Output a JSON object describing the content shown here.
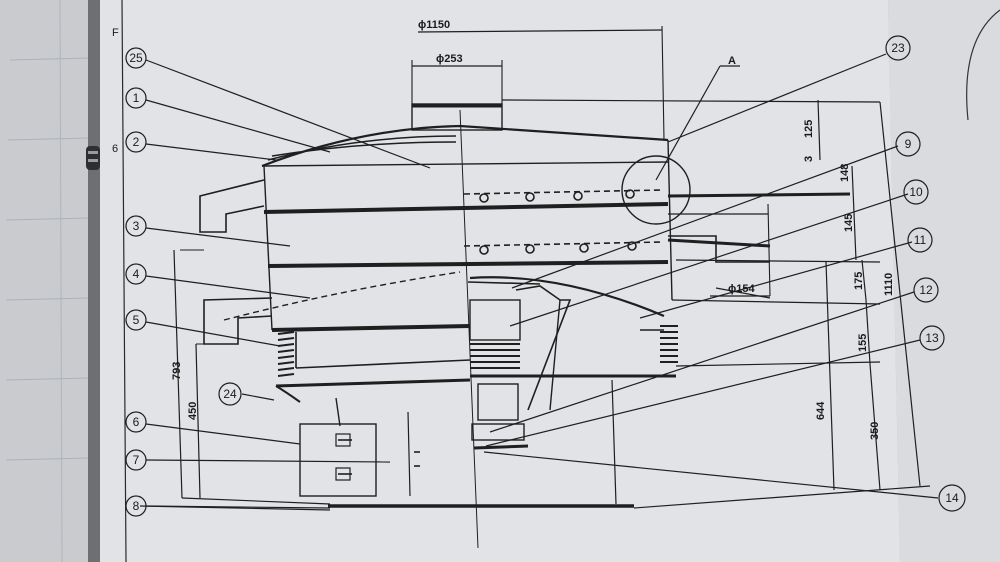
{
  "drawing": {
    "view_marker": "A",
    "page_marks": [
      "F",
      "6"
    ],
    "dimensions": {
      "outer_diameter": "ϕ1150",
      "top_outlet_diameter": "ϕ253",
      "side_outlet_diameter": "ϕ154",
      "h_125": "125",
      "h_3": "3",
      "h_148": "148",
      "h_145": "145",
      "h_175": "175",
      "h_155": "155",
      "h_350": "350",
      "h_644": "644",
      "h_1110": "1110",
      "h_793": "793",
      "h_450": "450"
    },
    "callouts_left": [
      "25",
      "1",
      "2",
      "3",
      "4",
      "5",
      "6",
      "7",
      "8"
    ],
    "callouts_right": [
      "23",
      "9",
      "10",
      "11",
      "12",
      "13",
      "14"
    ],
    "callout_24": "24"
  }
}
